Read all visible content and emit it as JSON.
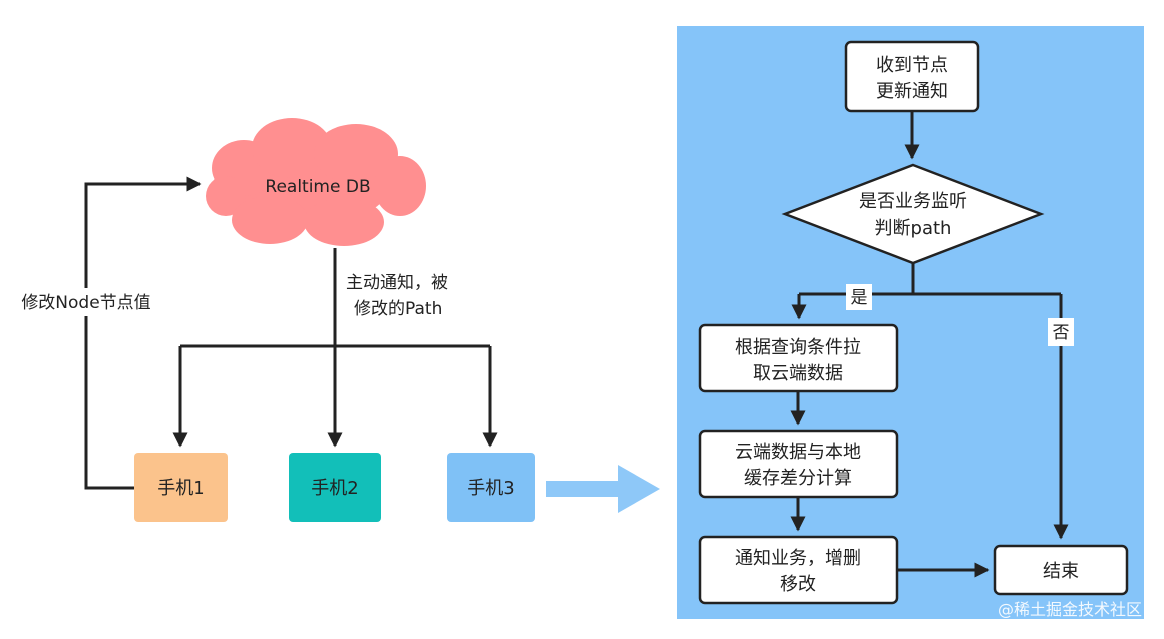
{
  "left_diagram": {
    "cloud_label": "Realtime DB",
    "left_edge_label": "修改Node节点值",
    "notify_label_line1": "主动通知，被",
    "notify_label_line2": "修改的Path",
    "phones": [
      {
        "label": "手机1",
        "color": "#fbc38c"
      },
      {
        "label": "手机2",
        "color": "#12bfb9"
      },
      {
        "label": "手机3",
        "color": "#7fc1f6"
      }
    ],
    "cloud_color": "#ff8f90",
    "arrow_color": "#8ec8f8"
  },
  "flowchart": {
    "panel_color": "#85c4f9",
    "nodes": {
      "receive": {
        "line1": "收到节点",
        "line2": "更新通知"
      },
      "decision": {
        "line1": "是否业务监听",
        "line2": "判断path"
      },
      "pull": {
        "line1": "根据查询条件拉",
        "line2": "取云端数据"
      },
      "diff": {
        "line1": "云端数据与本地",
        "line2": "缓存差分计算"
      },
      "notify": {
        "line1": "通知业务，增删",
        "line2": "移改"
      },
      "end": {
        "line1": "结束"
      }
    },
    "branch_yes": "是",
    "branch_no": "否"
  },
  "watermark": "@稀土掘金技术社区"
}
